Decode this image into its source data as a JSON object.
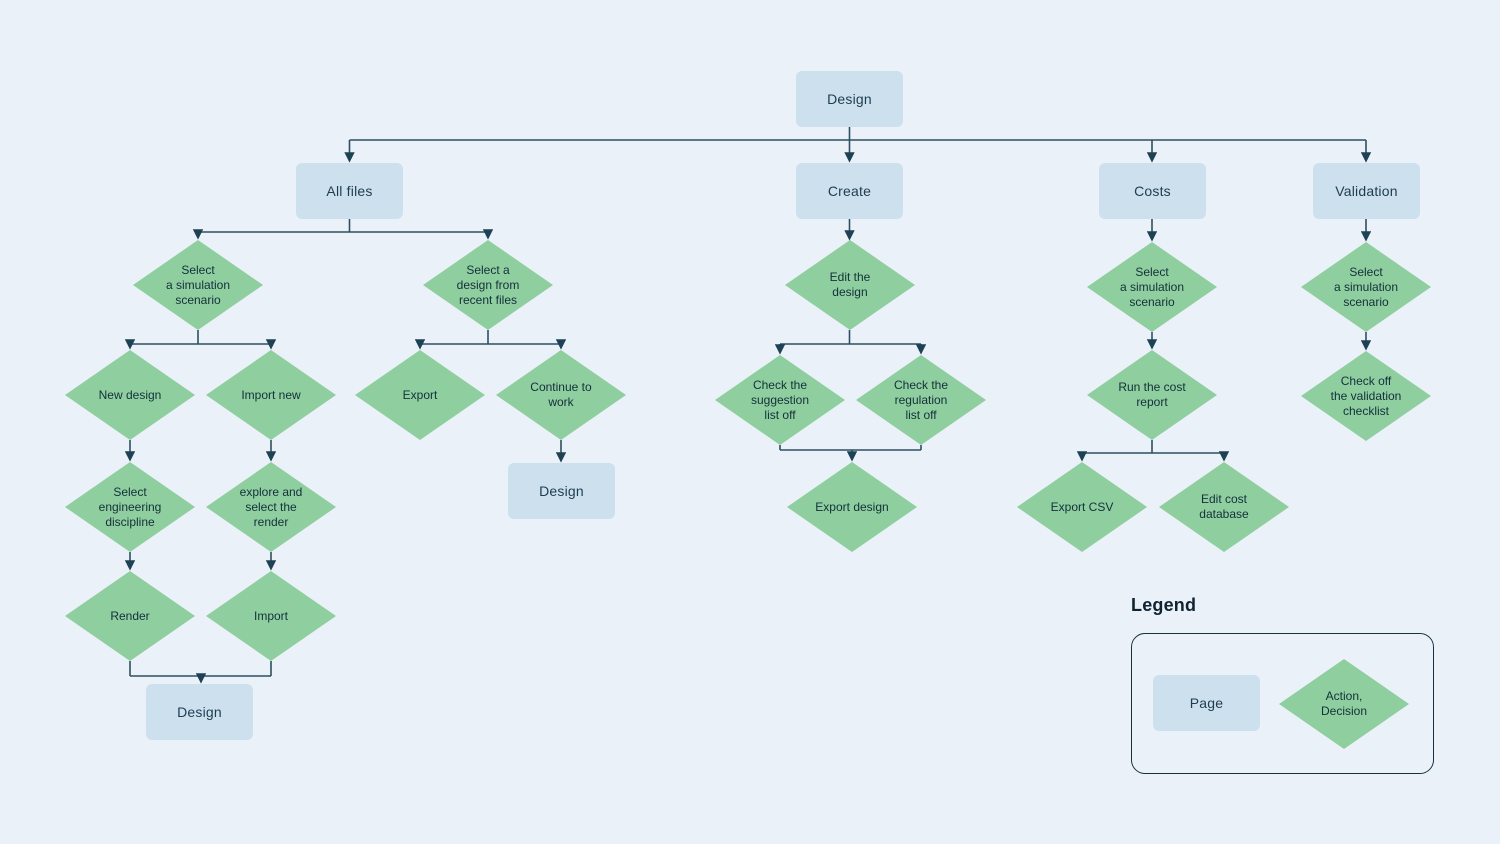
{
  "palette": {
    "background": "#ebf1f9",
    "page_fill": "#cde0ee",
    "diamond_fill": "#8fce9e",
    "connector": "#2c5060",
    "text": "#17333f"
  },
  "nodes": {
    "design_top": "Design",
    "all_files": "All files",
    "create": "Create",
    "costs": "Costs",
    "validation": "Validation",
    "select_simulation_scenario_files": "Select\na simulation\nscenario",
    "select_design_recent": "Select a\ndesign from\nrecent files",
    "new_design": "New design",
    "import_new": "Import new",
    "export": "Export",
    "continue_to_work": "Continue to\nwork",
    "select_engineering_discipline": "Select\nengineering\ndiscipline",
    "explore_select_render": "explore and\nselect the\nrender",
    "render": "Render",
    "import": "Import",
    "design_after_import": "Design",
    "design_after_continue": "Design",
    "edit_the_design": "Edit the\ndesign",
    "check_suggestion_list": "Check the\nsuggestion\nlist off",
    "check_regulation_list": "Check the\nregulation\nlist off",
    "export_design": "Export design",
    "select_simulation_scenario_costs": "Select\na simulation\nscenario",
    "run_cost_report": "Run the cost\nreport",
    "export_csv": "Export CSV",
    "edit_cost_database": "Edit cost\ndatabase",
    "select_simulation_scenario_validation": "Select\na simulation\nscenario",
    "check_validation_checklist": "Check off\nthe validation\nchecklist"
  },
  "legend": {
    "title": "Legend",
    "page_label": "Page",
    "diamond_label": "Action,\nDecision"
  }
}
